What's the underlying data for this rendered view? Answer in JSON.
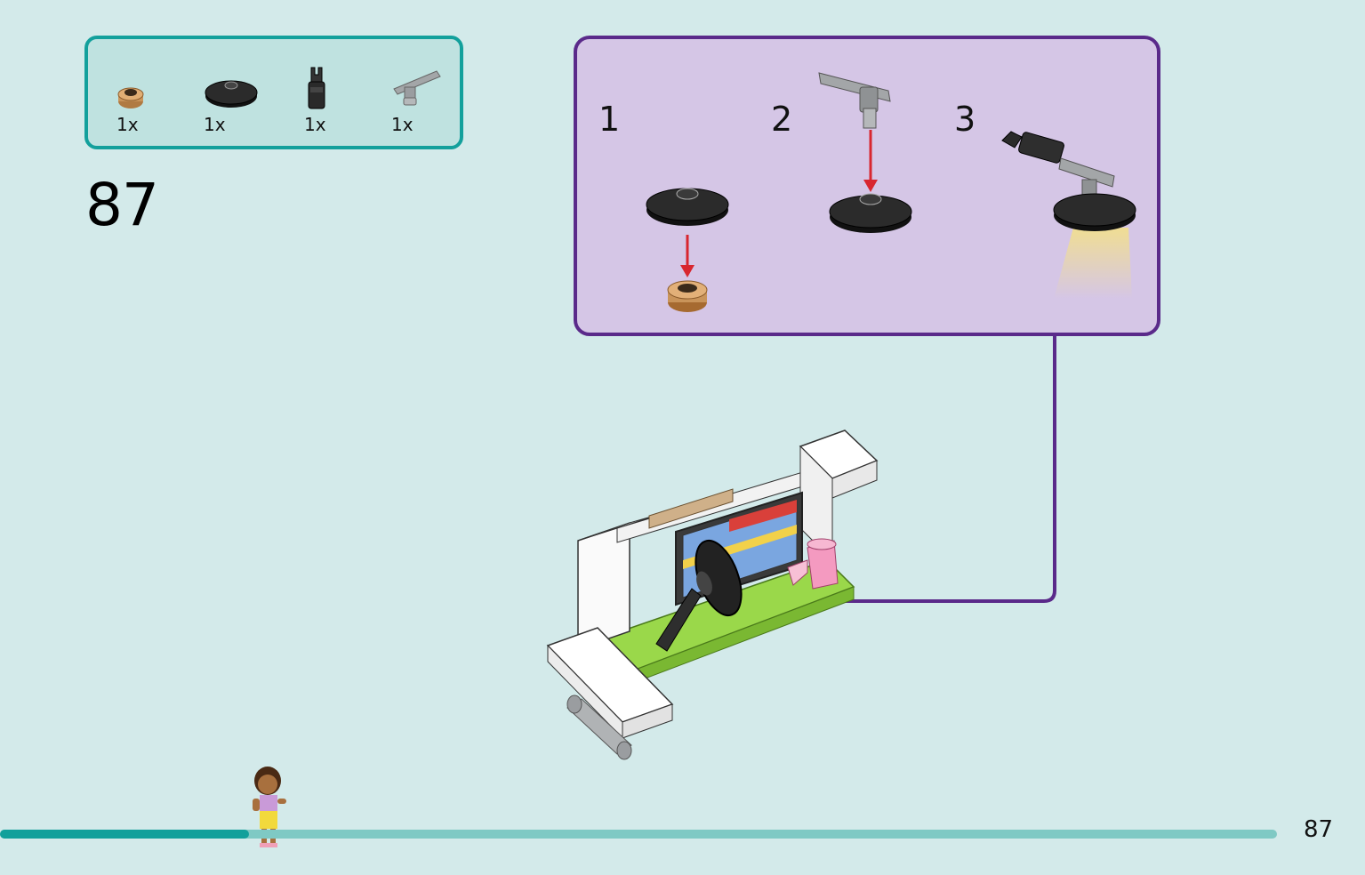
{
  "parts_list": {
    "items": [
      {
        "qty": "1x",
        "icon": "round-plate-1x1-tan-icon",
        "color": "#c9945a"
      },
      {
        "qty": "1x",
        "icon": "round-tile-2x2-black-icon",
        "color": "#262626"
      },
      {
        "qty": "1x",
        "icon": "clip-bar-holder-black-icon",
        "color": "#2a2a2a"
      },
      {
        "qty": "1x",
        "icon": "bar-with-clip-gray-icon",
        "color": "#a3a6a8"
      }
    ]
  },
  "step_number": "87",
  "sub_assembly": {
    "steps": [
      {
        "number": "1"
      },
      {
        "number": "2"
      },
      {
        "number": "3"
      }
    ],
    "border_color": "#5a2a8a",
    "background_color": "#d5c6e6"
  },
  "page_number": "87",
  "progress": {
    "fraction": 0.195
  },
  "colors": {
    "page_background": "#d3eaea",
    "parts_border": "#13a09c",
    "arrow_red": "#d8262f"
  }
}
